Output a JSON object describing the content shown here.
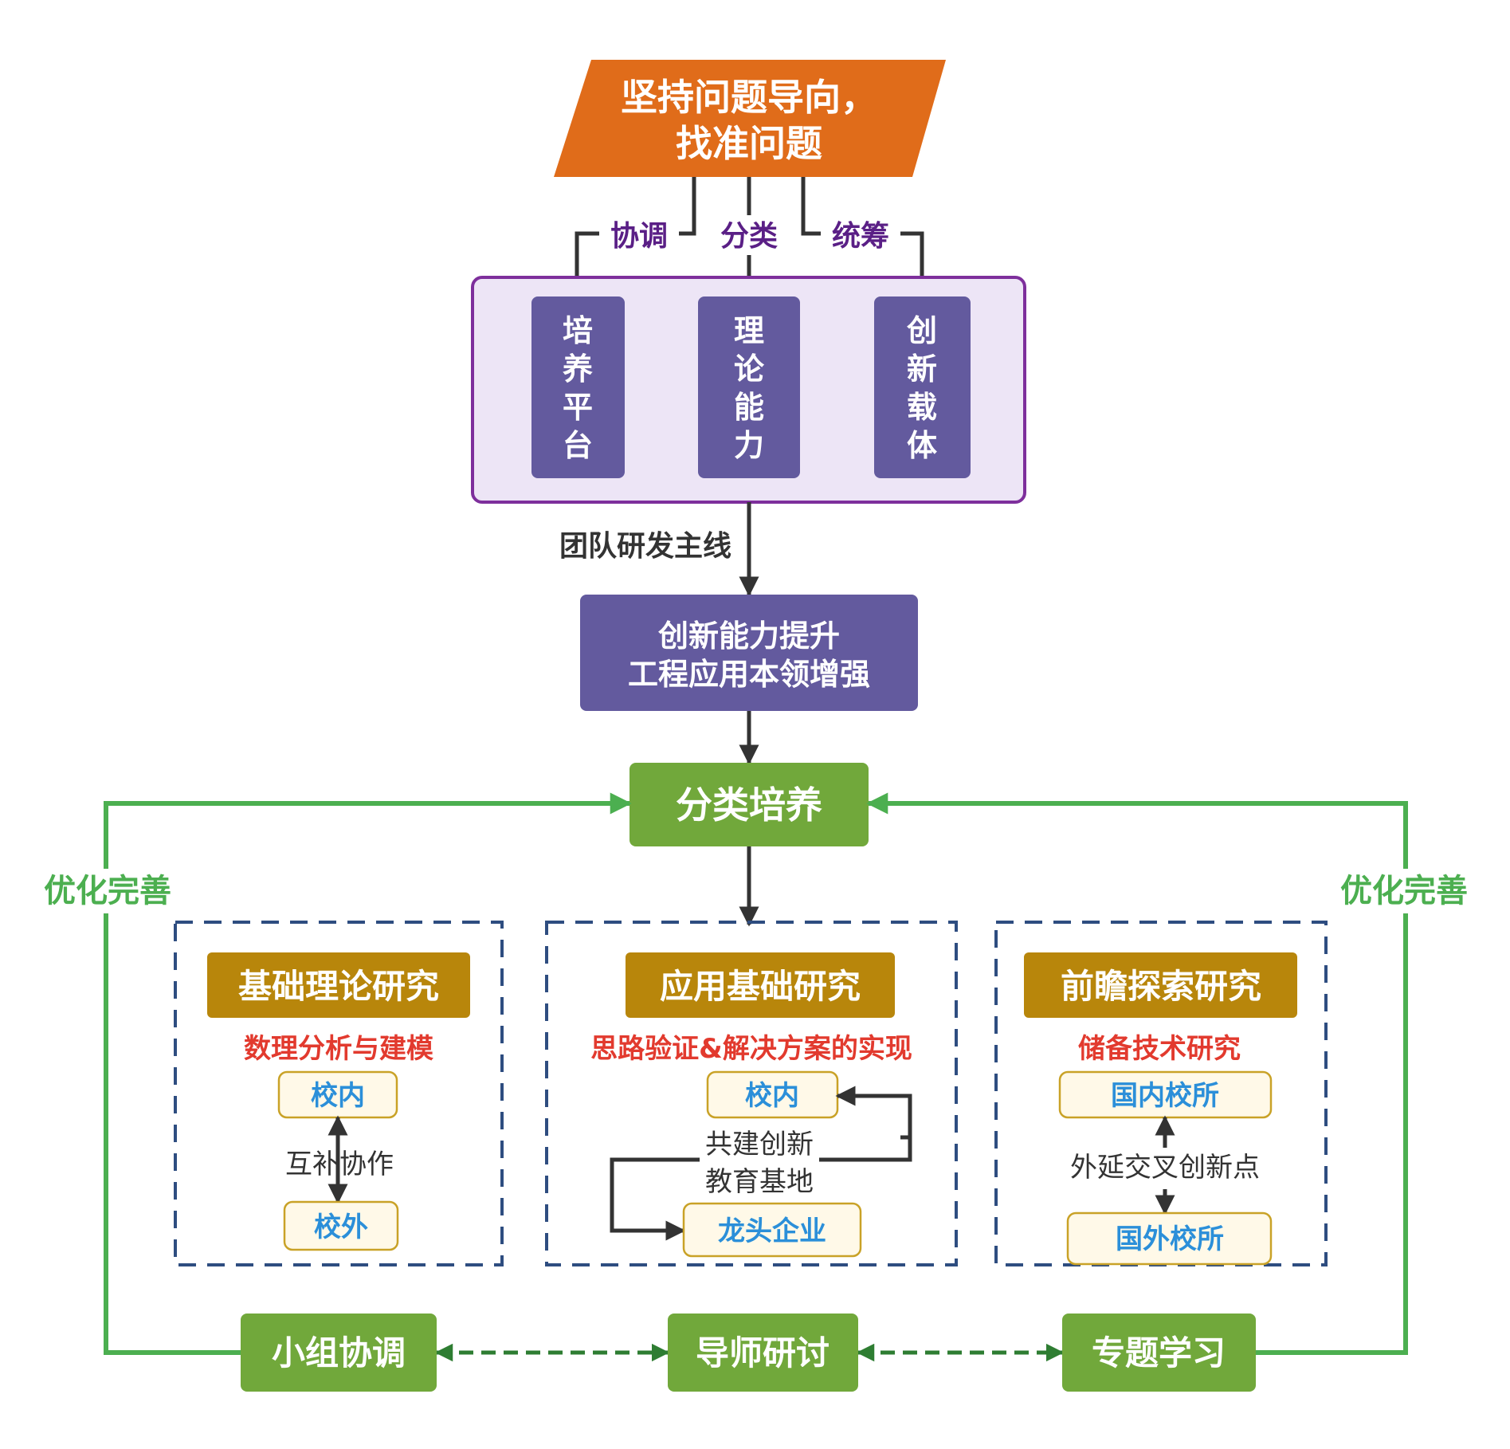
{
  "colors": {
    "orange": "#E06C1A",
    "purple_box": "#635A9E",
    "purple_border": "#7E2F9C",
    "purple_fill": "#EDE5F6",
    "purple_label": "#5A1F86",
    "green": "#71A83B",
    "green_line": "#4CAF50",
    "green_text": "#4CAF50",
    "gold": "#B8860B",
    "red_text": "#E23A2E",
    "blue_text": "#2B8FD9",
    "dash_blue": "#2E4D80",
    "cream": "#FFF9E8",
    "cream_border": "#C9A227",
    "dark_line": "#333333"
  },
  "top": {
    "line1": "坚持问题导向，",
    "line2": "找准问题"
  },
  "branches": {
    "left": "协调",
    "middle": "分类",
    "right": "统筹"
  },
  "pillars": {
    "p1": [
      "培",
      "养",
      "平",
      "台"
    ],
    "p2": [
      "理",
      "论",
      "能",
      "力"
    ],
    "p3": [
      "创",
      "新",
      "载",
      "体"
    ]
  },
  "mainline_label": "团队研发主线",
  "goal": {
    "line1": "创新能力提升",
    "line2": "工程应用本领增强"
  },
  "classify": "分类培养",
  "loop_left": "优化完善",
  "loop_right": "优化完善",
  "sections": {
    "s1": {
      "title": "基础理论研究",
      "subtitle": "数理分析与建模",
      "top_box": "校内",
      "middle": "互补协作",
      "bottom_box": "校外"
    },
    "s2": {
      "title": "应用基础研究",
      "subtitle": "思路验证&解决方案的实现",
      "top_box": "校内",
      "middle1": "共建创新",
      "middle2": "教育基地",
      "bottom_box": "龙头企业"
    },
    "s3": {
      "title": "前瞻探索研究",
      "subtitle": "储备技术研究",
      "top_box": "国内校所",
      "middle": "外延交叉创新点",
      "bottom_box": "国外校所"
    }
  },
  "bottom": {
    "b1": "小组协调",
    "b2": "导师研讨",
    "b3": "专题学习"
  }
}
